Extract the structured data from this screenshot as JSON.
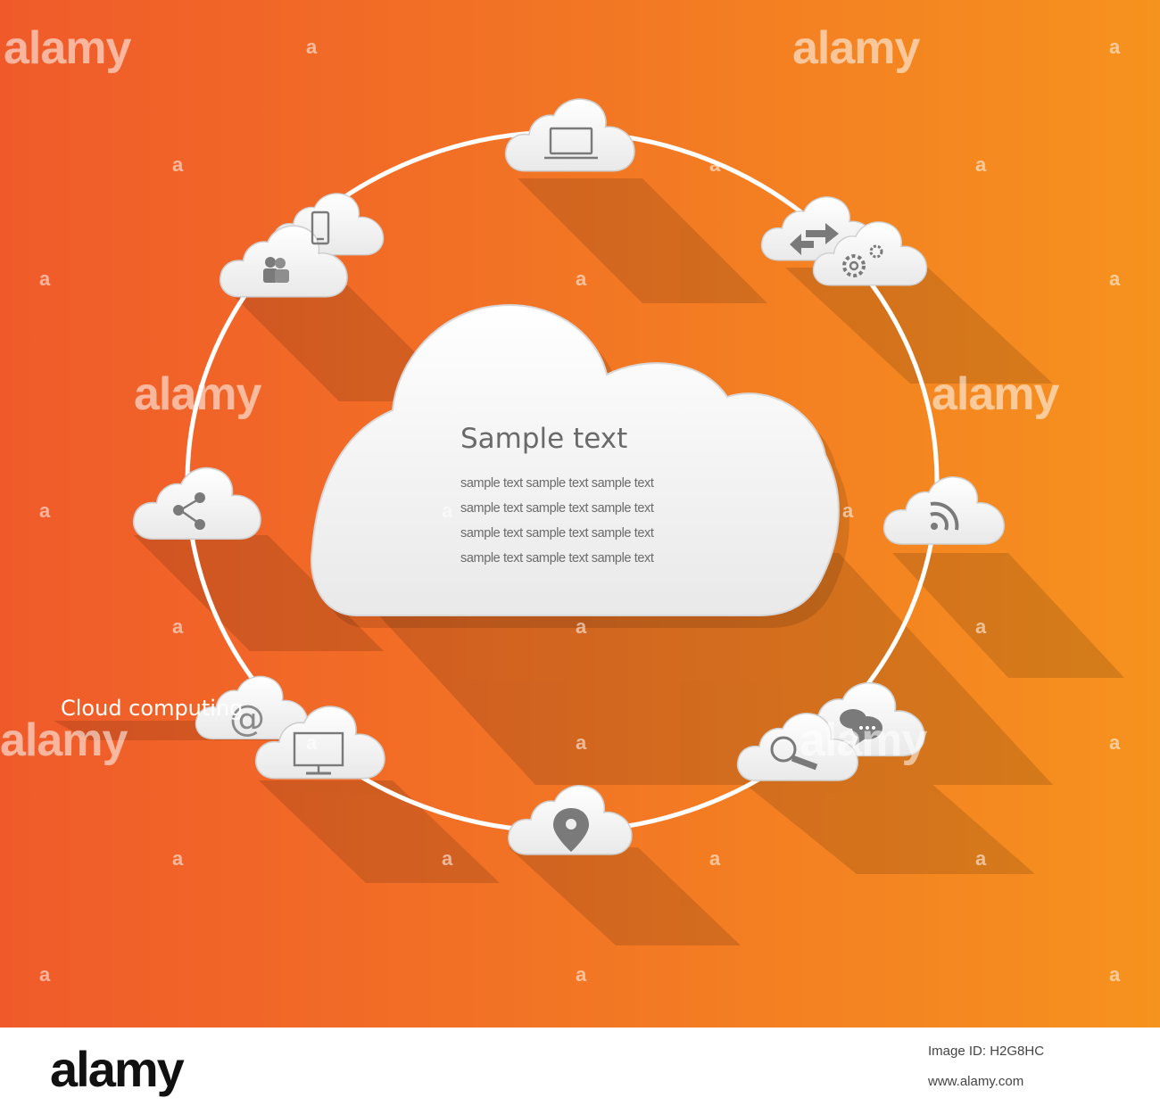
{
  "center": {
    "title": "Sample text",
    "lines": [
      "sample text sample text sample text",
      "sample text sample text sample text",
      "sample text sample text sample text",
      "sample text sample text sample text"
    ]
  },
  "caption": "Cloud computing",
  "watermark": {
    "word": "alamy",
    "letter": "a"
  },
  "footer": {
    "logo": "alamy",
    "image_id": "Image ID: H2G8HC",
    "url": "www.alamy.com"
  },
  "icons": [
    "laptop-icon",
    "smartphone-icon",
    "users-icon",
    "arrows-exchange-icon",
    "gears-icon",
    "share-icon",
    "rss-icon",
    "at-sign-icon",
    "monitor-icon",
    "location-pin-icon",
    "search-icon",
    "chat-bubbles-icon"
  ],
  "colors": {
    "background_left": "#f05a2a",
    "background_right": "#f6921e",
    "cloud": "#ffffff",
    "icon": "#7a7a7a"
  }
}
